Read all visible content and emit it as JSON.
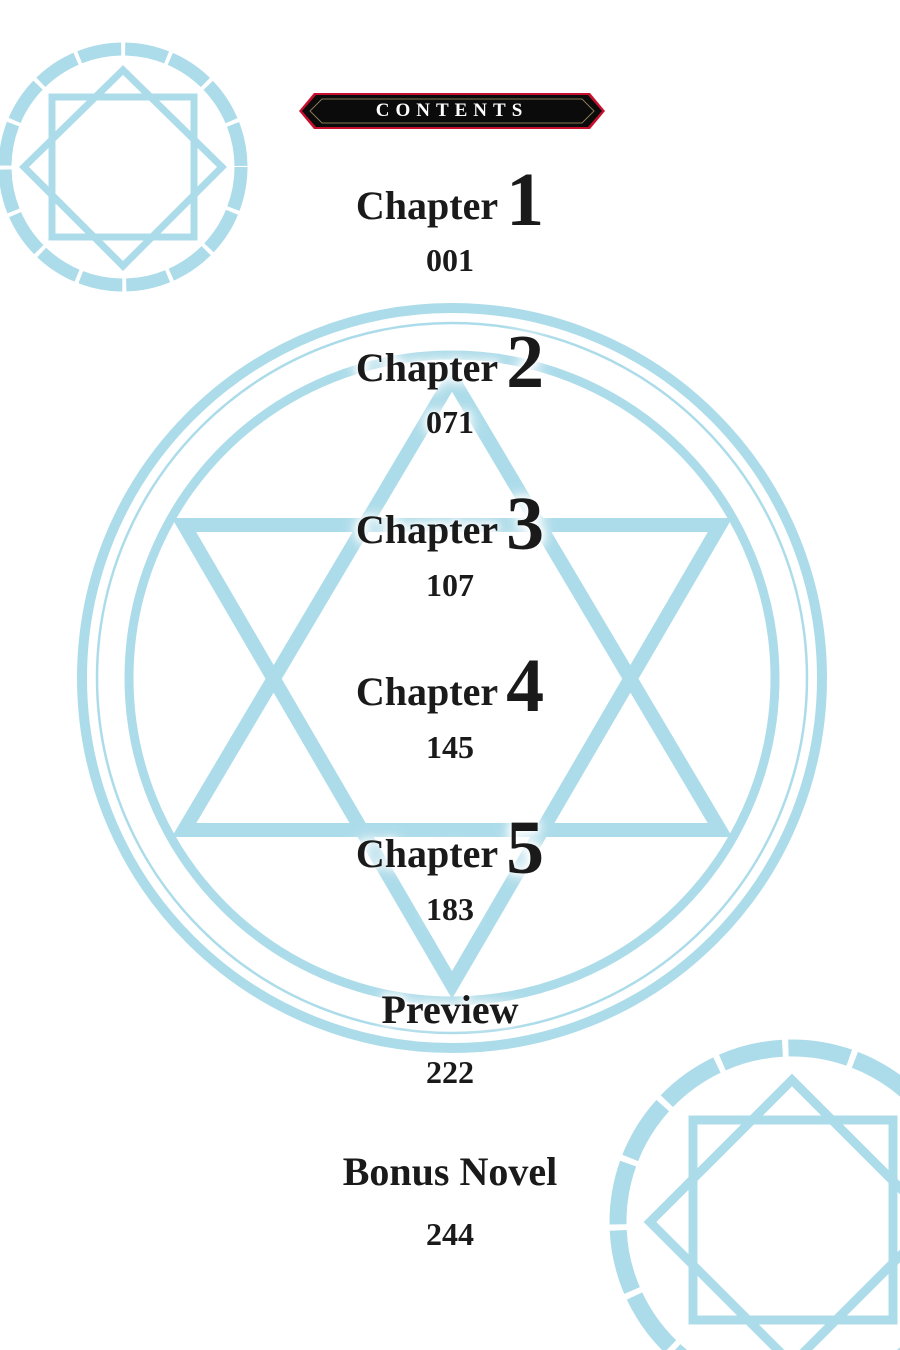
{
  "header": {
    "title": "CONTENTS"
  },
  "colors": {
    "ornament": "#acdcea",
    "banner": "#0b0b0b",
    "banner_border": "#c8102e",
    "text": "#1a1a1a"
  },
  "entries": [
    {
      "label": "Chapter",
      "number": "1",
      "page": "001"
    },
    {
      "label": "Chapter",
      "number": "2",
      "page": "071"
    },
    {
      "label": "Chapter",
      "number": "3",
      "page": "107"
    },
    {
      "label": "Chapter",
      "number": "4",
      "page": "145"
    },
    {
      "label": "Chapter",
      "number": "5",
      "page": "183"
    },
    {
      "label": "Preview",
      "page": "222"
    },
    {
      "label": "Bonus Novel",
      "page": "244"
    }
  ]
}
